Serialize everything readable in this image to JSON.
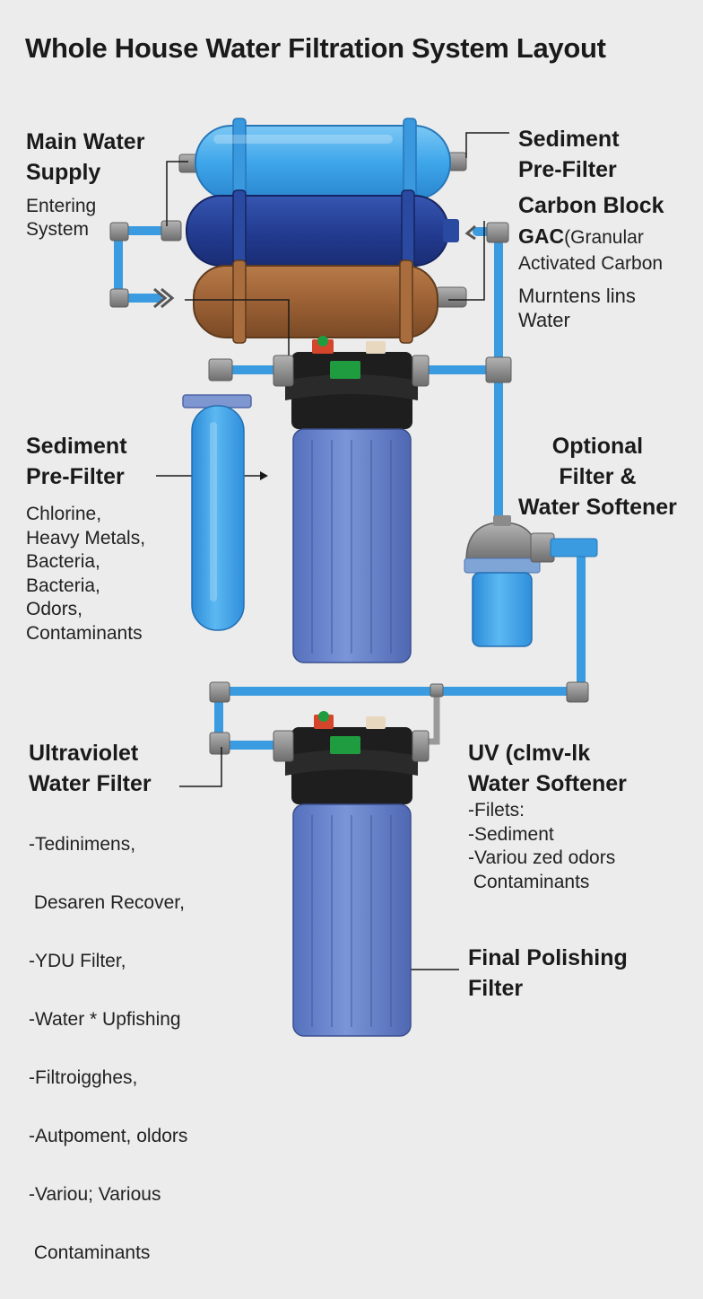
{
  "title": "Whole House Water Filtration System Layout",
  "labels": {
    "main_supply": {
      "heading": [
        "Main Water",
        "Supply"
      ],
      "sub": [
        "Entering",
        "System"
      ]
    },
    "sediment_top": {
      "heading": [
        "Sediment",
        "Pre-Filter"
      ]
    },
    "carbon_block": {
      "heading": "Carbon Block",
      "sub_bold": "GAC",
      "sub_rest": "(Granular",
      "sub_line2": "Activated Carbon"
    },
    "murntens": {
      "lines": [
        "Murntens lins",
        "Water"
      ]
    },
    "sediment_left": {
      "heading": [
        "Sediment",
        "Pre-Filter"
      ],
      "items": [
        "Chlorine,",
        "Heavy Metals,",
        "Bacteria,",
        "Bacteria,",
        "Odors,",
        "Contaminants"
      ]
    },
    "optional": {
      "heading": [
        "Optional",
        "Filter &",
        "Water Softener"
      ]
    },
    "uv_filter": {
      "heading": [
        "Ultraviolet",
        "Water Filter"
      ],
      "items": [
        "-Tedinimens,",
        " Desaren Recover,",
        "-YDU Filter,",
        "-Water * Upfishing",
        "-Filtroigghes,",
        "-Autpoment, oldors",
        "-Variou; Various",
        " Contaminants"
      ]
    },
    "uv_softener": {
      "heading": [
        "UV (clmv-lk",
        "Water Softener"
      ],
      "items": [
        "-Filets:",
        "-Sediment",
        "-Variou zed odors",
        " Contaminants"
      ]
    },
    "final": {
      "heading": [
        "Final Polishing",
        "Filter"
      ]
    }
  },
  "colors": {
    "pipe": "#3a9be0",
    "cyl_light": "#47aaea",
    "cyl_navy": "#243d93",
    "cyl_brown": "#9c6135",
    "housing_body": "#6a86cc",
    "housing_cap": "#1e1e1e",
    "green": "#1f9c3f",
    "red": "#d5452c"
  }
}
